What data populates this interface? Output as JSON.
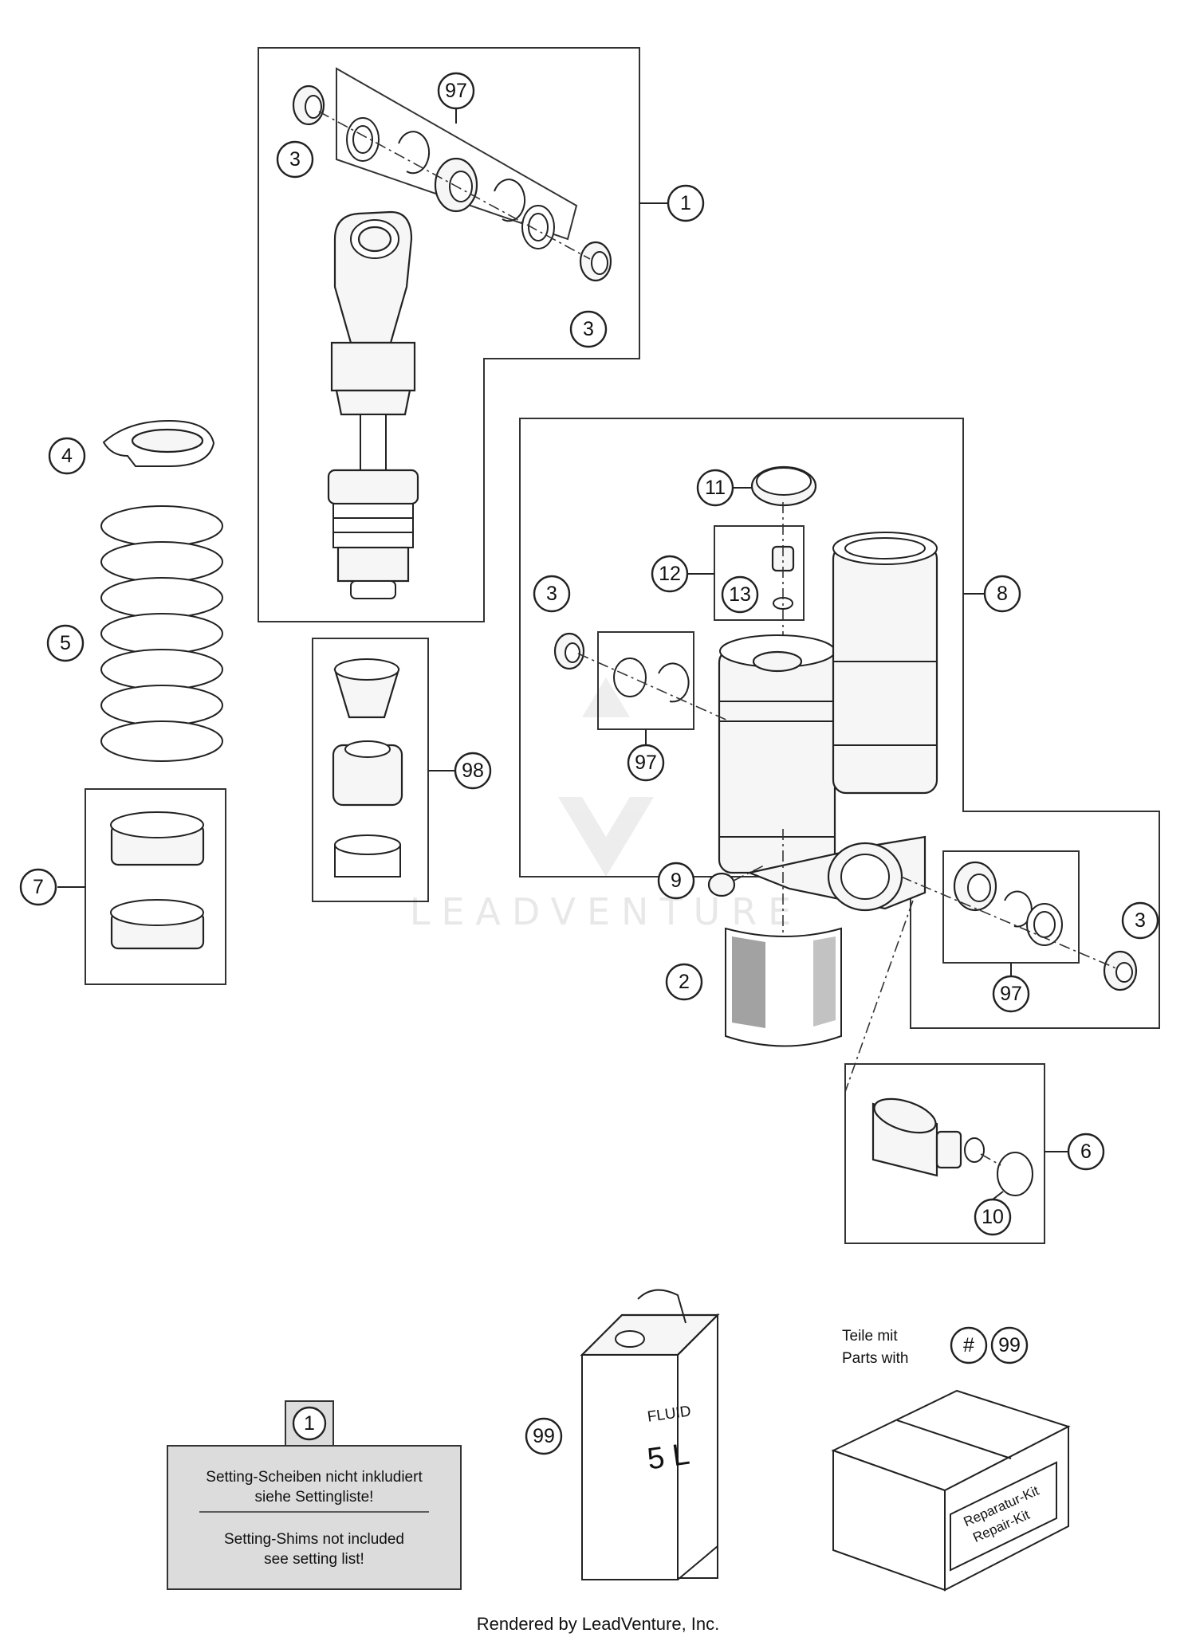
{
  "callouts": {
    "c1": "1",
    "c2": "2",
    "c3a": "3",
    "c3b": "3",
    "c3c": "3",
    "c3d": "3",
    "c4": "4",
    "c5": "5",
    "c6": "6",
    "c7": "7",
    "c8": "8",
    "c9": "9",
    "c10": "10",
    "c11": "11",
    "c12": "12",
    "c13": "13",
    "c97a": "97",
    "c97b": "97",
    "c97c": "97",
    "c98": "98",
    "c99": "99",
    "legend_hash": "#",
    "legend_99": "99",
    "note_ref": "1"
  },
  "legend": {
    "line1": "Teile mit",
    "line2": "Parts with"
  },
  "note": {
    "de_line1": "Setting-Scheiben nicht inkludiert",
    "de_line2": "siehe Settingliste!",
    "en_line1": "Setting-Shims not included",
    "en_line2": "see setting list!"
  },
  "can": {
    "line1": "FLUID",
    "line2": "5 L"
  },
  "kit": {
    "line1": "Reparatur-Kit",
    "line2": "Repair-Kit"
  },
  "watermark": "LEADVENTURE",
  "footer": "Rendered by LeadVenture, Inc."
}
